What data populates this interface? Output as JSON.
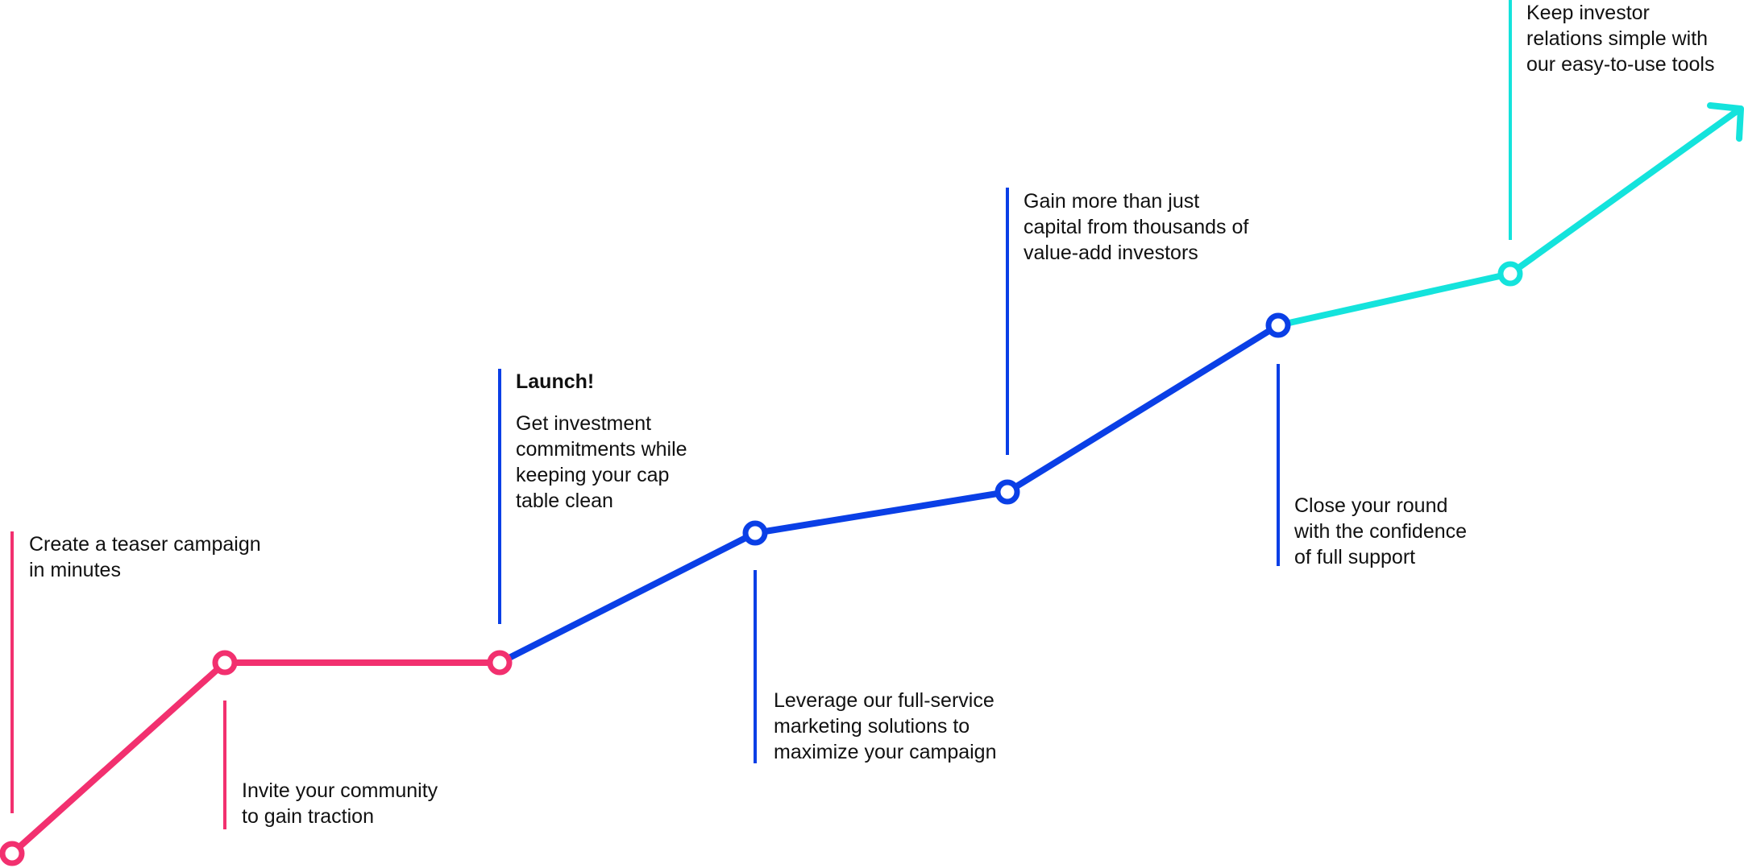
{
  "colors": {
    "pink": "#F2306F",
    "blue": "#0A3FE6",
    "cyan": "#14E3DC",
    "text": "#111111"
  },
  "steps": [
    {
      "color": "pink",
      "lines": [
        "Create a teaser campaign",
        "in minutes"
      ]
    },
    {
      "color": "pink",
      "lines": [
        "Invite your community",
        "to gain traction"
      ]
    },
    {
      "color": "pink",
      "title": "Launch!",
      "lines": [
        "Get investment",
        "commitments while",
        "keeping your cap",
        "table clean"
      ]
    },
    {
      "color": "blue",
      "lines": [
        "Leverage our full-service",
        "marketing solutions to",
        "maximize your campaign"
      ]
    },
    {
      "color": "blue",
      "lines": [
        "Gain more than just",
        "capital from thousands of",
        "value-add investors"
      ]
    },
    {
      "color": "blue",
      "lines": [
        "Close your round",
        "with the confidence",
        "of full support"
      ]
    },
    {
      "color": "cyan",
      "lines": [
        "Keep investor",
        "relations simple with",
        "our easy-to-use tools"
      ]
    }
  ]
}
